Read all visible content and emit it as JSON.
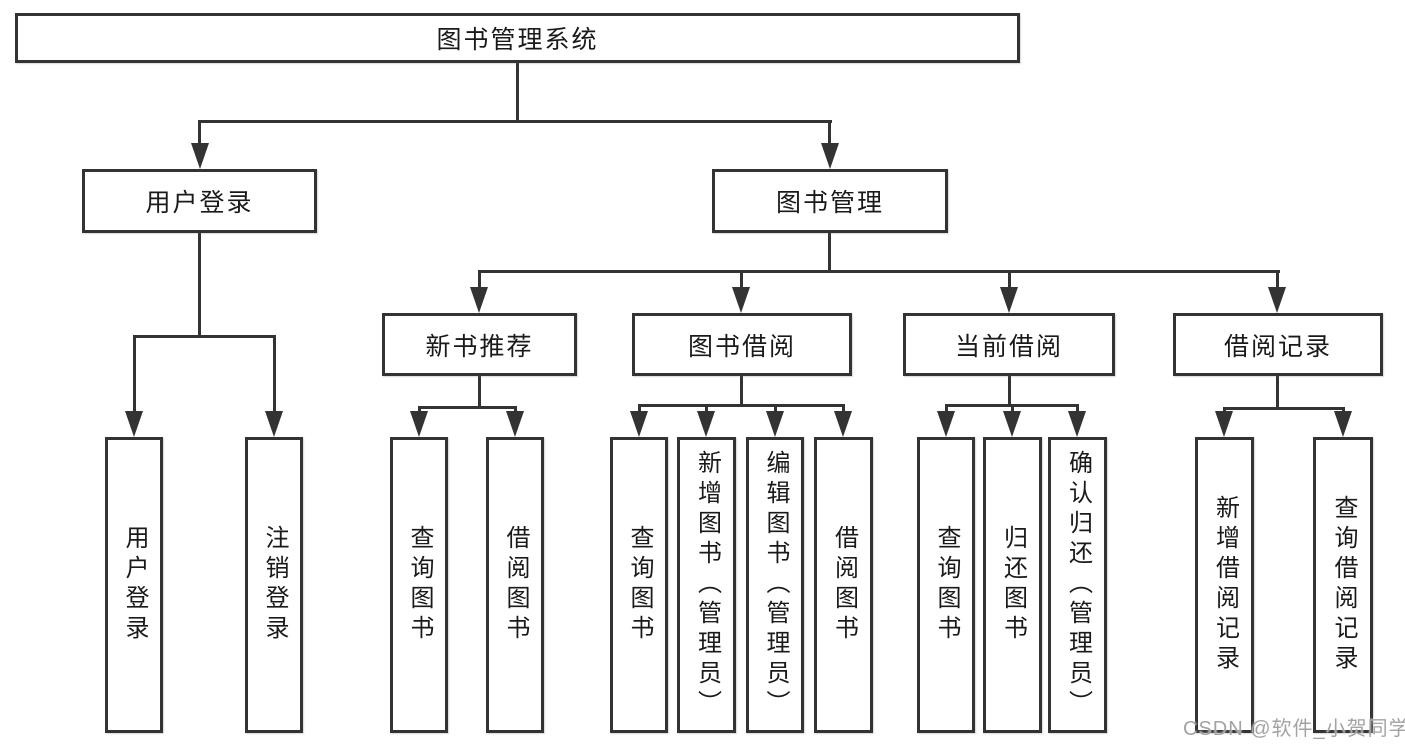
{
  "tree": {
    "root": "图书管理系统",
    "level2": {
      "user_login": {
        "label": "用户登录",
        "children": {
          "login": "用户登录",
          "logout": "注销登录"
        }
      },
      "book_mgmt": {
        "label": "图书管理",
        "children": {
          "new_book": {
            "label": "新书推荐",
            "children": {
              "query": "查询图书",
              "borrow": "借阅图书"
            }
          },
          "borrowing": {
            "label": "图书借阅",
            "children": {
              "query": "查询图书",
              "add": "新增图书（管理员）",
              "edit": "编辑图书（管理员）",
              "borrow": "借阅图书"
            }
          },
          "current": {
            "label": "当前借阅",
            "children": {
              "query": "查询图书",
              "return": "归还图书",
              "confirm": "确认归还（管理员）"
            }
          },
          "records": {
            "label": "借阅记录",
            "children": {
              "add": "新增借阅记录",
              "query": "查询借阅记录"
            }
          }
        }
      }
    }
  },
  "watermark": "CSDN @软件_小贺同学",
  "colors": {
    "line": "#333333",
    "box_border": "#333333",
    "box_bg": "#ffffff",
    "text": "#1a1a1a",
    "background": "#ffffff",
    "watermark": "#a3a3a3"
  }
}
